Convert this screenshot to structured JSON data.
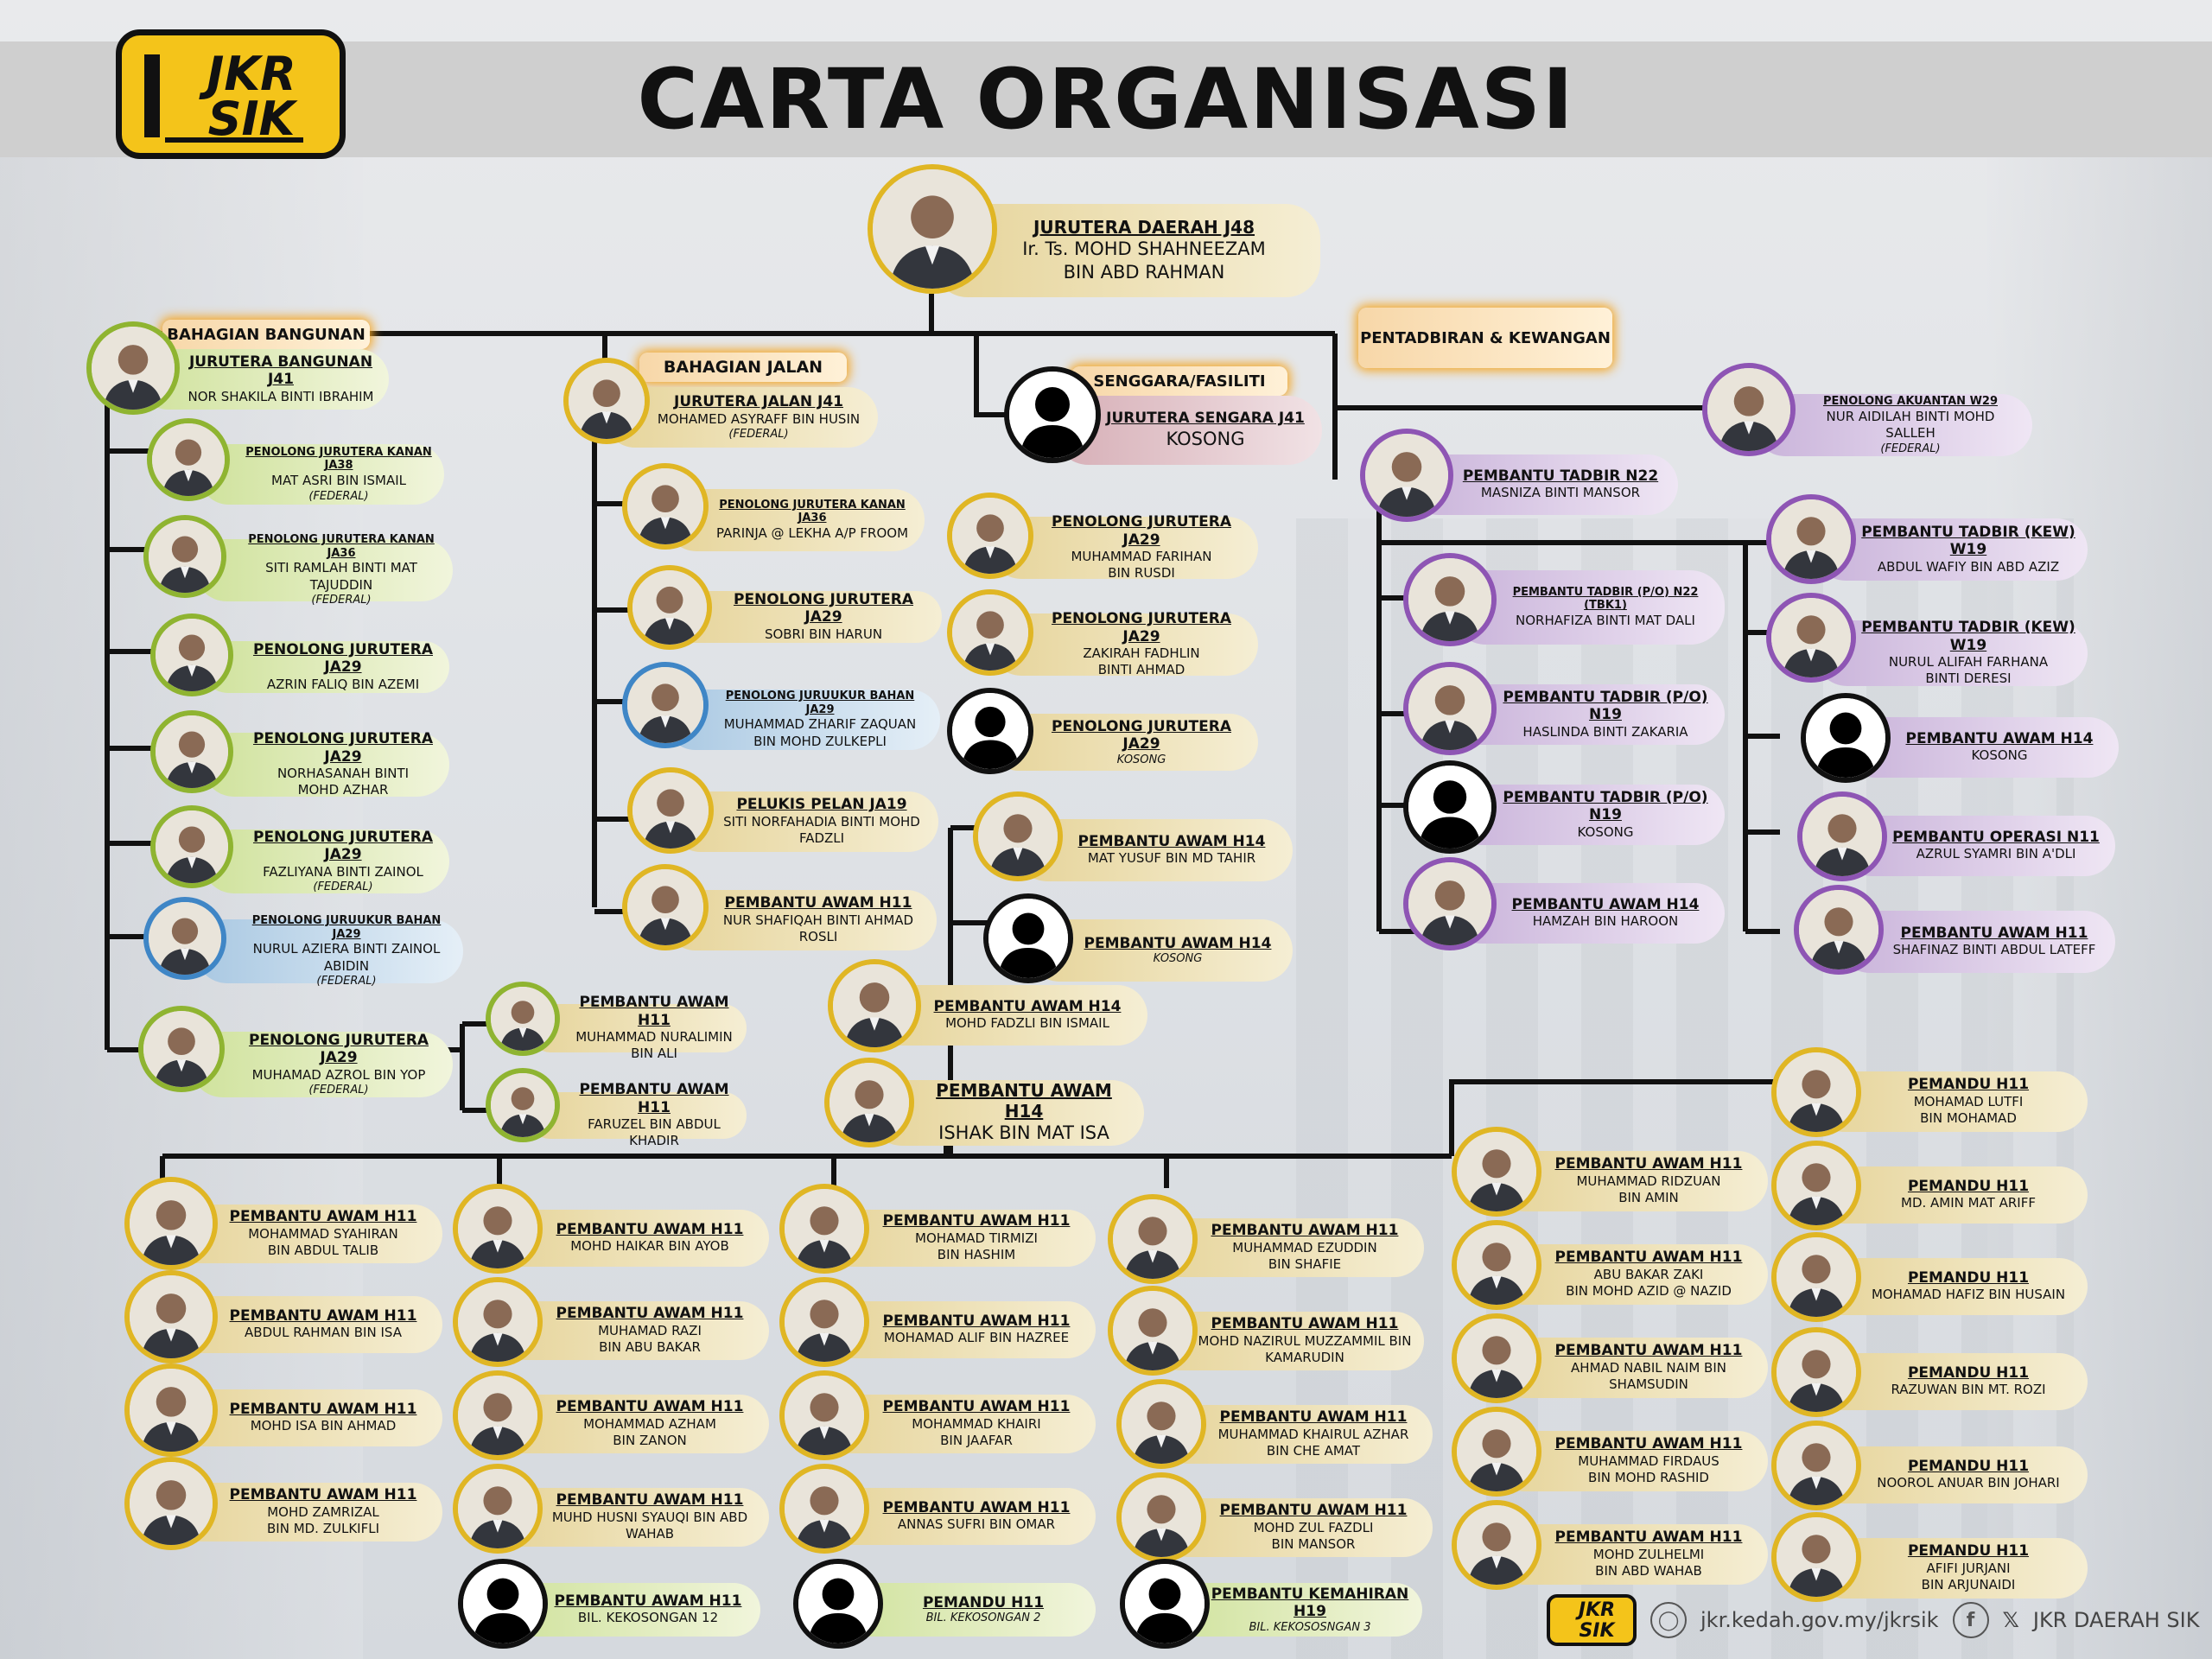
{
  "title": "CARTA ORGANISASI",
  "logo_text": [
    "JKR",
    "SIK"
  ],
  "colors": {
    "gold": "#e0b624",
    "green": "#8fb431",
    "purple": "#8e55b4",
    "header_bar": "#cfcfcf"
  },
  "sections": {
    "bangunan": "BAHAGIAN BANGUNAN",
    "jalan": "BAHAGIAN JALAN",
    "senggara": "SENGGARA/FASILITI",
    "pentadbiran": "PENTADBIRAN & KEWANGAN"
  },
  "people": [
    {
      "id": "jd",
      "role": "JURUTERA DAERAH J48",
      "name": "Ir. Ts. MOHD SHAHNEEZAM",
      "name2": "BIN ABD RAHMAN",
      "note": "",
      "photo": true
    },
    {
      "id": "jb",
      "role": "JURUTERA BANGUNAN J41",
      "name": "NOR SHAKILA BINTI IBRAHIM",
      "name2": "",
      "note": "",
      "photo": true
    },
    {
      "id": "b1",
      "role": "PENOLONG JURUTERA KANAN JA38",
      "name": "MAT ASRI BIN ISMAIL",
      "name2": "",
      "note": "(FEDERAL)",
      "photo": true
    },
    {
      "id": "b2",
      "role": "PENOLONG JURUTERA KANAN JA36",
      "name": "SITI RAMLAH BINTI MAT TAJUDDIN",
      "name2": "",
      "note": "(FEDERAL)",
      "photo": true
    },
    {
      "id": "b3",
      "role": "PENOLONG JURUTERA JA29",
      "name": "AZRIN FALIQ BIN AZEMI",
      "name2": "",
      "note": "",
      "photo": true
    },
    {
      "id": "b4",
      "role": "PENOLONG JURUTERA JA29",
      "name": "NORHASANAH BINTI",
      "name2": "MOHD AZHAR",
      "note": "",
      "photo": true
    },
    {
      "id": "b5",
      "role": "PENOLONG JURUTERA JA29",
      "name": "FAZLIYANA BINTI ZAINOL",
      "name2": "",
      "note": "(FEDERAL)",
      "photo": true
    },
    {
      "id": "b6",
      "role": "PENOLONG JURUUKUR BAHAN JA29",
      "name": "NURUL AZIERA BINTI ZAINOL ABIDIN",
      "name2": "",
      "note": "(FEDERAL)",
      "photo": true
    },
    {
      "id": "b7",
      "role": "PENOLONG JURUTERA JA29",
      "name": "MUHAMAD AZROL BIN YOP",
      "name2": "",
      "note": "(FEDERAL)",
      "photo": true
    },
    {
      "id": "b8",
      "role": "PEMBANTU AWAM H11",
      "name": "MUHAMMAD NURALIMIN",
      "name2": "BIN ALI",
      "note": "",
      "photo": true
    },
    {
      "id": "b9",
      "role": "PEMBANTU AWAM H11",
      "name": "FARUZEL BIN ABDUL KHADIR",
      "name2": "",
      "note": "",
      "photo": true
    },
    {
      "id": "jj",
      "role": "JURUTERA JALAN J41",
      "name": "MOHAMED ASYRAFF BIN HUSIN",
      "name2": "",
      "note": "(FEDERAL)",
      "photo": true
    },
    {
      "id": "j1",
      "role": "PENOLONG JURUTERA KANAN JA36",
      "name": "PARINJA @ LEKHA A/P FROOM",
      "name2": "",
      "note": "",
      "photo": true
    },
    {
      "id": "j2",
      "role": "PENOLONG JURUTERA JA29",
      "name": "SOBRI BIN HARUN",
      "name2": "",
      "note": "",
      "photo": true
    },
    {
      "id": "j3",
      "role": "PENOLONG JURUUKUR BAHAN JA29",
      "name": "MUHAMMAD ZHARIF ZAQUAN",
      "name2": "BIN MOHD ZULKEPLI",
      "note": "",
      "photo": true
    },
    {
      "id": "j4",
      "role": "PELUKIS PELAN JA19",
      "name": "SITI NORFAHADIA BINTI MOHD",
      "name2": "FADZLI",
      "note": "",
      "photo": true
    },
    {
      "id": "j5",
      "role": "PEMBANTU AWAM H11",
      "name": "NUR SHAFIQAH BINTI AHMAD",
      "name2": "ROSLI",
      "note": "",
      "photo": true
    },
    {
      "id": "j6",
      "role": "PENOLONG JURUTERA JA29",
      "name": "MUHAMMAD FARIHAN",
      "name2": "BIN RUSDI",
      "note": "",
      "photo": true
    },
    {
      "id": "j7",
      "role": "PENOLONG JURUTERA JA29",
      "name": "ZAKIRAH FADHLIN",
      "name2": "BINTI AHMAD",
      "note": "",
      "photo": true
    },
    {
      "id": "j8",
      "role": "PENOLONG JURUTERA JA29",
      "name": "",
      "name2": "",
      "note": "KOSONG",
      "photo": false
    },
    {
      "id": "j9",
      "role": "PEMBANTU AWAM H14",
      "name": "MAT YUSUF BIN MD TAHIR",
      "name2": "",
      "note": "",
      "photo": true
    },
    {
      "id": "j10",
      "role": "PEMBANTU AWAM H14",
      "name": "",
      "name2": "",
      "note": "KOSONG",
      "photo": false
    },
    {
      "id": "j11",
      "role": "PEMBANTU AWAM H14",
      "name": "MOHD FADZLI BIN ISMAIL",
      "name2": "",
      "note": "",
      "photo": true
    },
    {
      "id": "j12",
      "role": "PEMBANTU AWAM H14",
      "name": "ISHAK BIN MAT ISA",
      "name2": "",
      "note": "",
      "photo": true
    },
    {
      "id": "sg",
      "role": "JURUTERA SENGARA J41",
      "name": "KOSONG",
      "name2": "",
      "note": "",
      "photo": false
    },
    {
      "id": "pa",
      "role": "PENOLONG AKUANTAN W29",
      "name": "NUR AIDILAH BINTI MOHD SALLEH",
      "name2": "",
      "note": "(FEDERAL)",
      "photo": true
    },
    {
      "id": "pt",
      "role": "PEMBANTU TADBIR N22",
      "name": "MASNIZA BINTI MANSOR",
      "name2": "",
      "note": "",
      "photo": true
    },
    {
      "id": "p1",
      "role": "PEMBANTU TADBIR (P/O) N22 (TBK1)",
      "name": "NORHAFIZA BINTI MAT DALI",
      "name2": "",
      "note": "",
      "photo": true
    },
    {
      "id": "p2",
      "role": "PEMBANTU TADBIR (P/O) N19",
      "name": "HASLINDA BINTI ZAKARIA",
      "name2": "",
      "note": "",
      "photo": true
    },
    {
      "id": "p3",
      "role": "PEMBANTU TADBIR (P/O) N19",
      "name": "KOSONG",
      "name2": "",
      "note": "",
      "photo": false
    },
    {
      "id": "p4",
      "role": "PEMBANTU AWAM H14",
      "name": "HAMZAH BIN HAROON",
      "name2": "",
      "note": "",
      "photo": true
    },
    {
      "id": "p5",
      "role": "PEMBANTU TADBIR (KEW) W19",
      "name": "ABDUL WAFIY BIN ABD AZIZ",
      "name2": "",
      "note": "",
      "photo": true
    },
    {
      "id": "p6",
      "role": "PEMBANTU TADBIR (KEW) W19",
      "name": "NURUL ALIFAH FARHANA",
      "name2": "BINTI DERESI",
      "note": "",
      "photo": true
    },
    {
      "id": "p7",
      "role": "PEMBANTU AWAM H14",
      "name": "KOSONG",
      "name2": "",
      "note": "",
      "photo": false
    },
    {
      "id": "p8",
      "role": "PEMBANTU OPERASI N11",
      "name": "AZRUL SYAMRI BIN A'DLI",
      "name2": "",
      "note": "",
      "photo": true
    },
    {
      "id": "p9",
      "role": "PEMBANTU AWAM H11",
      "name": "SHAFINAZ BINTI ABDUL LATEFF",
      "name2": "",
      "note": "",
      "photo": true
    },
    {
      "id": "c1a",
      "role": "PEMBANTU AWAM H11",
      "name": "MOHAMMAD SYAHIRAN",
      "name2": "BIN ABDUL TALIB",
      "note": "",
      "photo": true
    },
    {
      "id": "c1b",
      "role": "PEMBANTU AWAM H11",
      "name": "ABDUL RAHMAN BIN ISA",
      "name2": "",
      "note": "",
      "photo": true
    },
    {
      "id": "c1c",
      "role": "PEMBANTU AWAM H11",
      "name": "MOHD ISA BIN AHMAD",
      "name2": "",
      "note": "",
      "photo": true
    },
    {
      "id": "c1d",
      "role": "PEMBANTU AWAM H11",
      "name": "MOHD ZAMRIZAL",
      "name2": "BIN MD. ZULKIFLI",
      "note": "",
      "photo": true
    },
    {
      "id": "c2a",
      "role": "PEMBANTU AWAM H11",
      "name": "MOHD HAIKAR BIN AYOB",
      "name2": "",
      "note": "",
      "photo": true
    },
    {
      "id": "c2b",
      "role": "PEMBANTU AWAM H11",
      "name": "MUHAMAD RAZI",
      "name2": "BIN ABU BAKAR",
      "note": "",
      "photo": true
    },
    {
      "id": "c2c",
      "role": "PEMBANTU AWAM H11",
      "name": "MOHAMMAD AZHAM",
      "name2": "BIN ZANON",
      "note": "",
      "photo": true
    },
    {
      "id": "c2d",
      "role": "PEMBANTU AWAM H11",
      "name": "MUHD HUSNI SYAUQI BIN ABD",
      "name2": "WAHAB",
      "note": "",
      "photo": true
    },
    {
      "id": "c2e",
      "role": "PEMBANTU AWAM H11",
      "name": "BIL. KEKOSONGAN 12",
      "name2": "",
      "note": "",
      "photo": false
    },
    {
      "id": "c3a",
      "role": "PEMBANTU AWAM H11",
      "name": "MOHAMAD TIRMIZI",
      "name2": "BIN HASHIM",
      "note": "",
      "photo": true
    },
    {
      "id": "c3b",
      "role": "PEMBANTU AWAM H11",
      "name": "MOHAMAD ALIF BIN HAZREE",
      "name2": "",
      "note": "",
      "photo": true
    },
    {
      "id": "c3c",
      "role": "PEMBANTU AWAM H11",
      "name": "MOHAMMAD KHAIRI",
      "name2": "BIN JAAFAR",
      "note": "",
      "photo": true
    },
    {
      "id": "c3d",
      "role": "PEMBANTU AWAM H11",
      "name": "ANNAS SUFRI BIN OMAR",
      "name2": "",
      "note": "",
      "photo": true
    },
    {
      "id": "c3e",
      "role": "PEMANDU H11",
      "name": "",
      "name2": "",
      "note": "BIL. KEKOSONGAN 2",
      "photo": false
    },
    {
      "id": "c4a",
      "role": "PEMBANTU AWAM H11",
      "name": "MUHAMMAD EZUDDIN",
      "name2": "BIN SHAFIE",
      "note": "",
      "photo": true
    },
    {
      "id": "c4b",
      "role": "PEMBANTU AWAM H11",
      "name": "MOHD NAZIRUL MUZZAMMIL BIN",
      "name2": "KAMARUDIN",
      "note": "",
      "photo": true
    },
    {
      "id": "c4c",
      "role": "PEMBANTU AWAM H11",
      "name": "MUHAMMAD KHAIRUL AZHAR",
      "name2": "BIN CHE AMAT",
      "note": "",
      "photo": true
    },
    {
      "id": "c4d",
      "role": "PEMBANTU AWAM H11",
      "name": "MOHD ZUL FAZDLI",
      "name2": "BIN MANSOR",
      "note": "",
      "photo": true
    },
    {
      "id": "c4e",
      "role": "PEMBANTU KEMAHIRAN H19",
      "name": "",
      "name2": "",
      "note": "BIL. KEKOSOSNGAN 3",
      "photo": false
    },
    {
      "id": "c5a",
      "role": "PEMBANTU AWAM H11",
      "name": "MUHAMMAD RIDZUAN",
      "name2": "BIN AMIN",
      "note": "",
      "photo": true
    },
    {
      "id": "c5b",
      "role": "PEMBANTU AWAM H11",
      "name": "ABU BAKAR ZAKI",
      "name2": "BIN MOHD AZID @ NAZID",
      "note": "",
      "photo": true
    },
    {
      "id": "c5c",
      "role": "PEMBANTU AWAM H11",
      "name": "AHMAD NABIL NAIM BIN",
      "name2": "SHAMSUDIN",
      "note": "",
      "photo": true
    },
    {
      "id": "c5d",
      "role": "PEMBANTU AWAM H11",
      "name": "MUHAMMAD FIRDAUS",
      "name2": "BIN MOHD RASHID",
      "note": "",
      "photo": true
    },
    {
      "id": "c5e",
      "role": "PEMBANTU AWAM H11",
      "name": "MOHD ZULHELMI",
      "name2": "BIN ABD WAHAB",
      "note": "",
      "photo": true
    },
    {
      "id": "c6a",
      "role": "PEMANDU H11",
      "name": "MOHAMAD LUTFI",
      "name2": "BIN MOHAMAD",
      "note": "",
      "photo": true
    },
    {
      "id": "c6b",
      "role": "PEMANDU H11",
      "name": "MD. AMIN MAT ARIFF",
      "name2": "",
      "note": "",
      "photo": true
    },
    {
      "id": "c6c",
      "role": "PEMANDU H11",
      "name": "MOHAMAD HAFIZ BIN HUSAIN",
      "name2": "",
      "note": "",
      "photo": true
    },
    {
      "id": "c6d",
      "role": "PEMANDU H11",
      "name": "RAZUWAN BIN MT. ROZI",
      "name2": "",
      "note": "",
      "photo": true
    },
    {
      "id": "c6e",
      "role": "PEMANDU H11",
      "name": "NOOROL ANUAR BIN JOHARI",
      "name2": "",
      "note": "",
      "photo": true
    },
    {
      "id": "c6f",
      "role": "PEMANDU H11",
      "name": "AFIFI JURJANI",
      "name2": "BIN ARJUNAIDI",
      "note": "",
      "photo": true
    }
  ],
  "footer": {
    "website": "jkr.kedah.gov.my/jkrsik",
    "social": "JKR DAERAH SIK"
  }
}
